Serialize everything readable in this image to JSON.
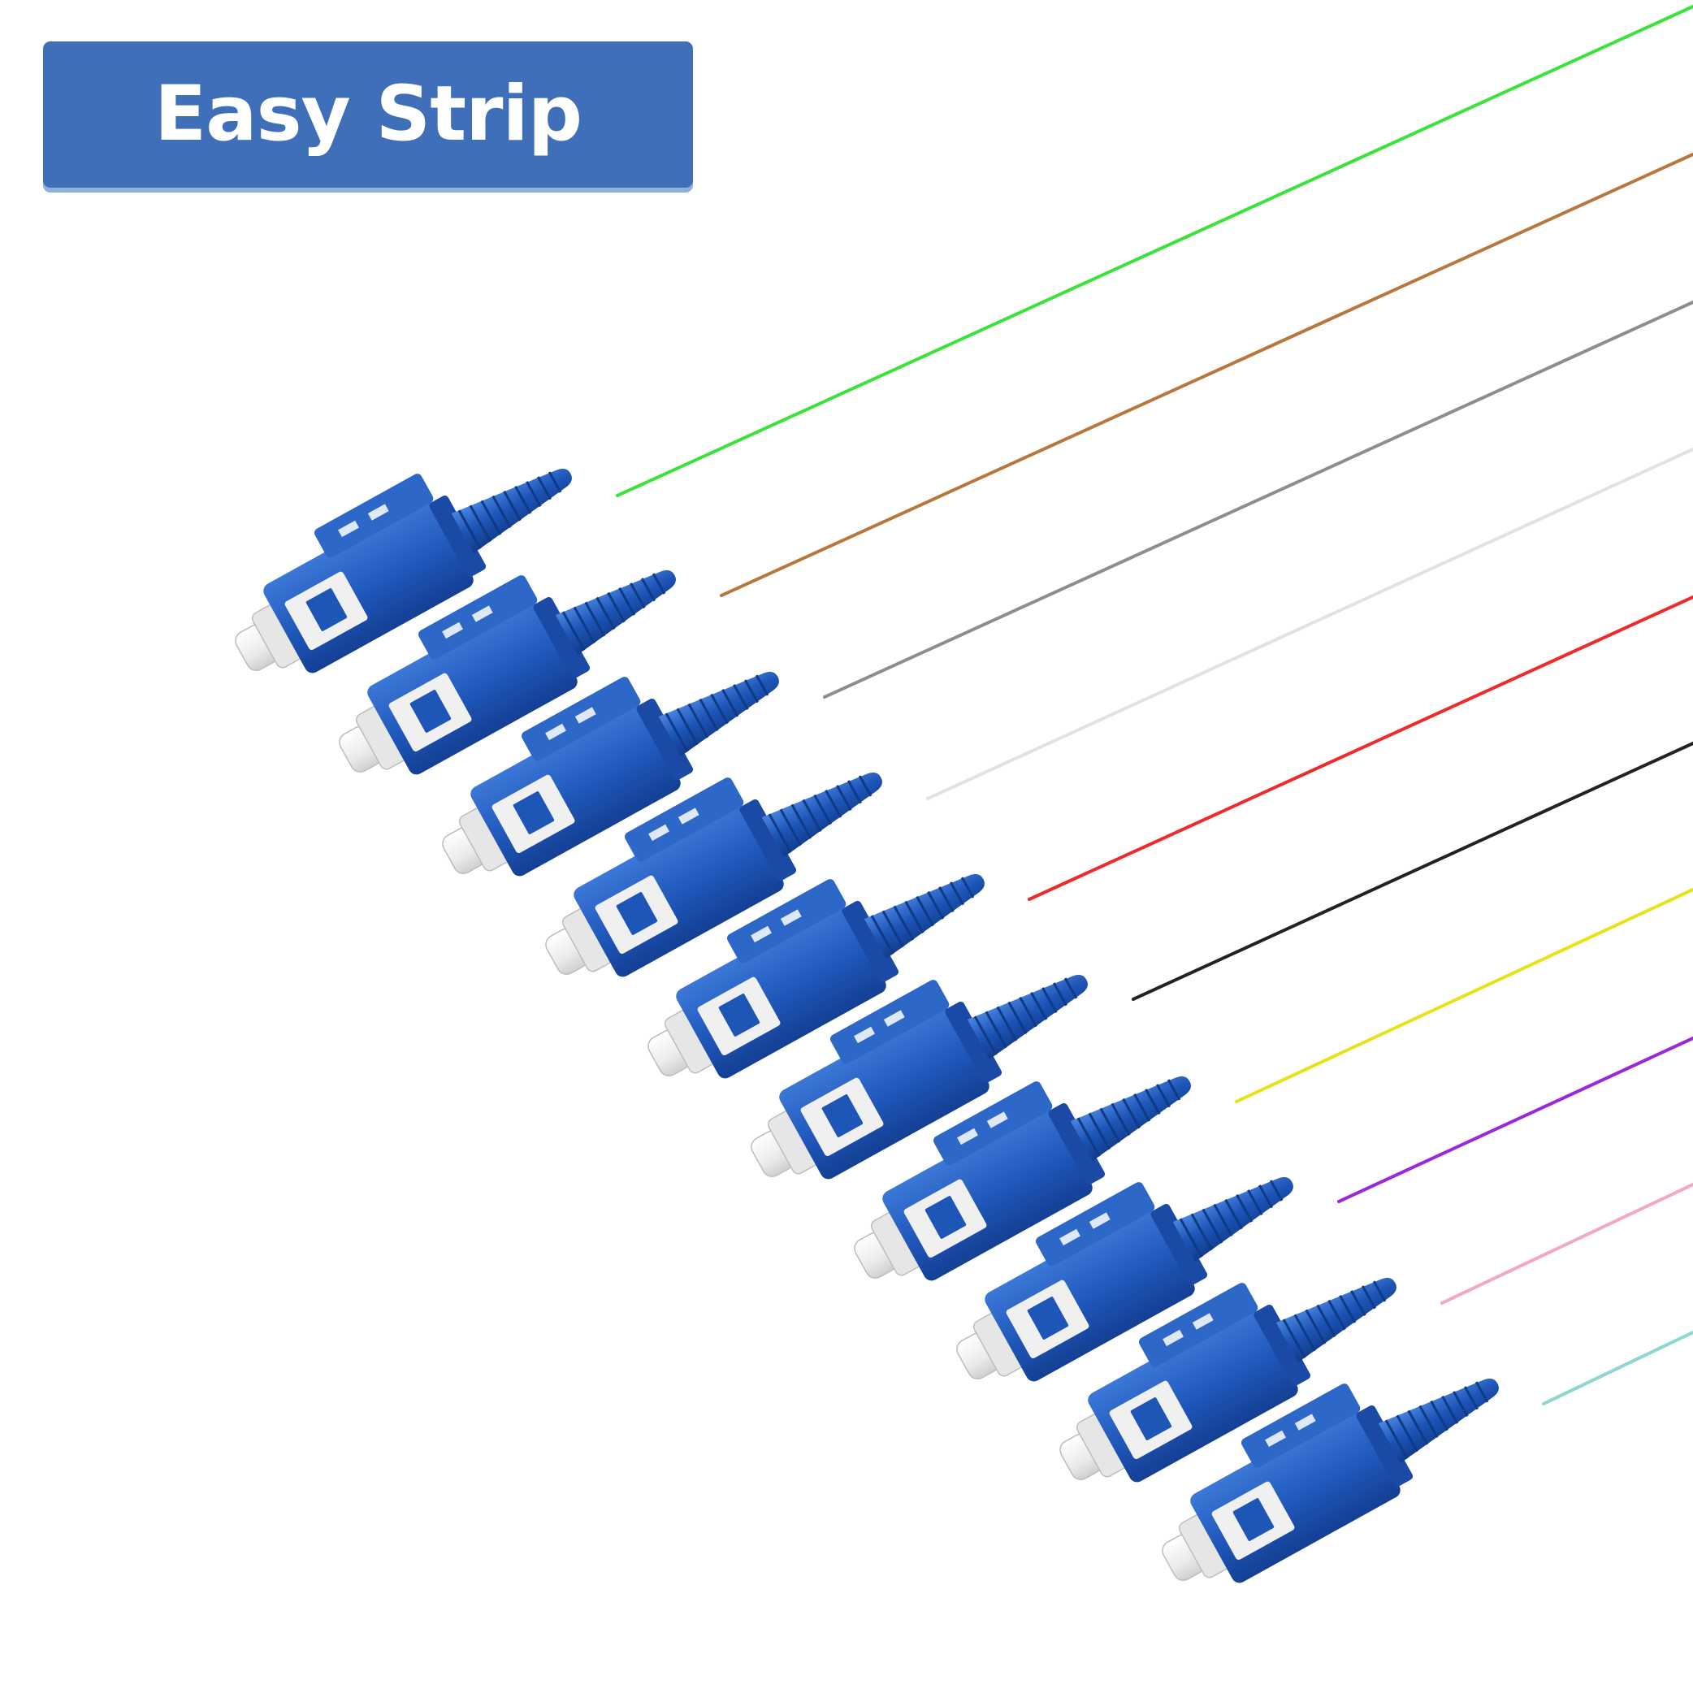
{
  "badge": {
    "label": "Easy Strip",
    "color": "#3f6fb8"
  },
  "connector": {
    "body_color": "#1e56b8",
    "ferrule_color": "#eeeeee"
  },
  "fibers": [
    {
      "name": "green-fiber",
      "color": "#3ae33a"
    },
    {
      "name": "brown-fiber",
      "color": "#b8773c"
    },
    {
      "name": "gray-fiber",
      "color": "#8e8e8e"
    },
    {
      "name": "white-fiber",
      "color": "#e2e2e2"
    },
    {
      "name": "red-fiber",
      "color": "#ee2a2a"
    },
    {
      "name": "black-fiber",
      "color": "#222222"
    },
    {
      "name": "yellow-fiber",
      "color": "#e8e21a"
    },
    {
      "name": "violet-fiber",
      "color": "#9a27d9"
    },
    {
      "name": "pink-fiber",
      "color": "#f3a9bd"
    },
    {
      "name": "aqua-fiber",
      "color": "#8fd6d0"
    }
  ]
}
